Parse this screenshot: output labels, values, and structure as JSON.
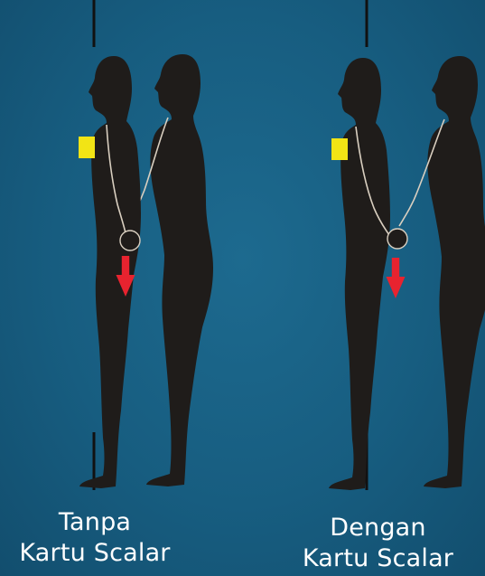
{
  "captions": {
    "left": {
      "line1": "Tanpa",
      "line2": "Kartu Scalar"
    },
    "right": {
      "line1": "Dengan",
      "line2": "Kartu Scalar"
    }
  },
  "colors": {
    "background": "#175d80",
    "silhouette": "#1f1c1a",
    "outline": "#d9cfc0",
    "card": "#f2e415",
    "arrow": "#e8232f",
    "guide_line": "#111111",
    "caption_text": "#ffffff"
  }
}
